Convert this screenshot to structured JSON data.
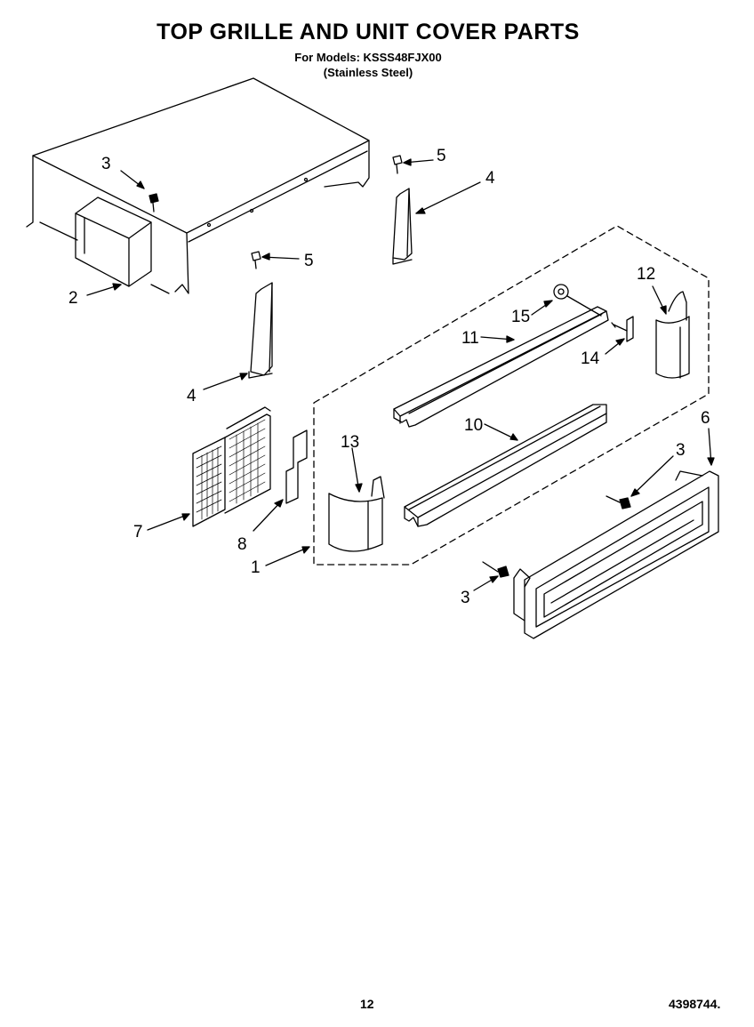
{
  "title": "TOP GRILLE AND UNIT COVER PARTS",
  "models_line": "For Models: KSSS48FJX00",
  "finish_line": "(Stainless Steel)",
  "page_number": "12",
  "document_number": "4398744.",
  "callouts": [
    "1",
    "2",
    "3",
    "3",
    "3",
    "4",
    "4",
    "5",
    "5",
    "6",
    "7",
    "8",
    "10",
    "11",
    "12",
    "13",
    "14",
    "15"
  ]
}
